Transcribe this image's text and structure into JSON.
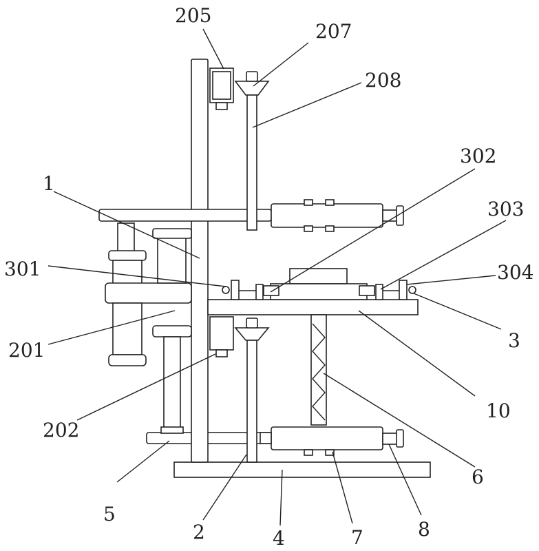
{
  "diagram": {
    "type": "patent mechanical drawing",
    "labels": [
      {
        "id": "205",
        "text": "205"
      },
      {
        "id": "207",
        "text": "207"
      },
      {
        "id": "208",
        "text": "208"
      },
      {
        "id": "302",
        "text": "302"
      },
      {
        "id": "1",
        "text": "1"
      },
      {
        "id": "303",
        "text": "303"
      },
      {
        "id": "301",
        "text": "301"
      },
      {
        "id": "304",
        "text": "304"
      },
      {
        "id": "3",
        "text": "3"
      },
      {
        "id": "201",
        "text": "201"
      },
      {
        "id": "10",
        "text": "10"
      },
      {
        "id": "202",
        "text": "202"
      },
      {
        "id": "6",
        "text": "6"
      },
      {
        "id": "5",
        "text": "5"
      },
      {
        "id": "8",
        "text": "8"
      },
      {
        "id": "2",
        "text": "2"
      },
      {
        "id": "4",
        "text": "4"
      },
      {
        "id": "7",
        "text": "7"
      }
    ]
  }
}
